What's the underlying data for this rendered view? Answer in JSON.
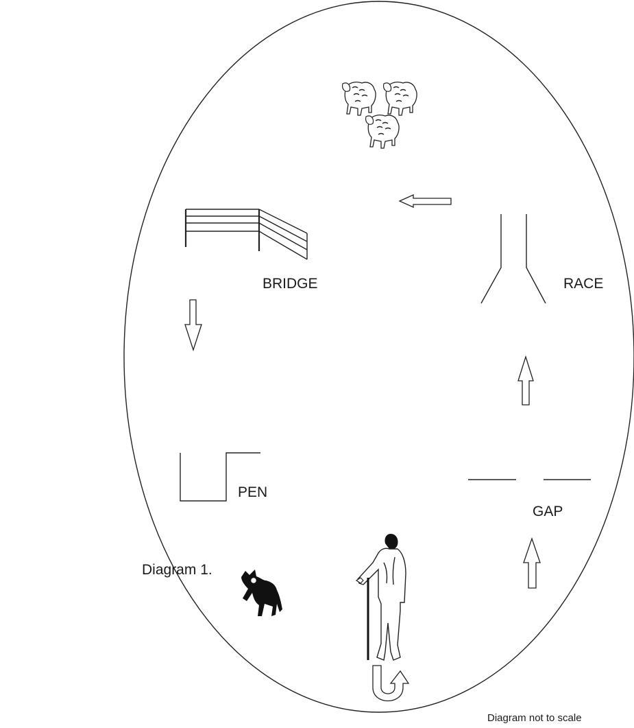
{
  "labels": {
    "bridge": "BRIDGE",
    "race": "RACE",
    "pen": "PEN",
    "gap": "GAP",
    "caption": "Diagram 1.",
    "note": "Diagram not to scale"
  },
  "icons": {
    "sheep": "sheep-icon",
    "dog": "sheepdog-icon",
    "handler": "handler-icon",
    "arrow": "arrow-icon",
    "return_arrow": "u-turn-arrow-icon"
  },
  "colors": {
    "line": "#222222",
    "dog": "#111111"
  }
}
